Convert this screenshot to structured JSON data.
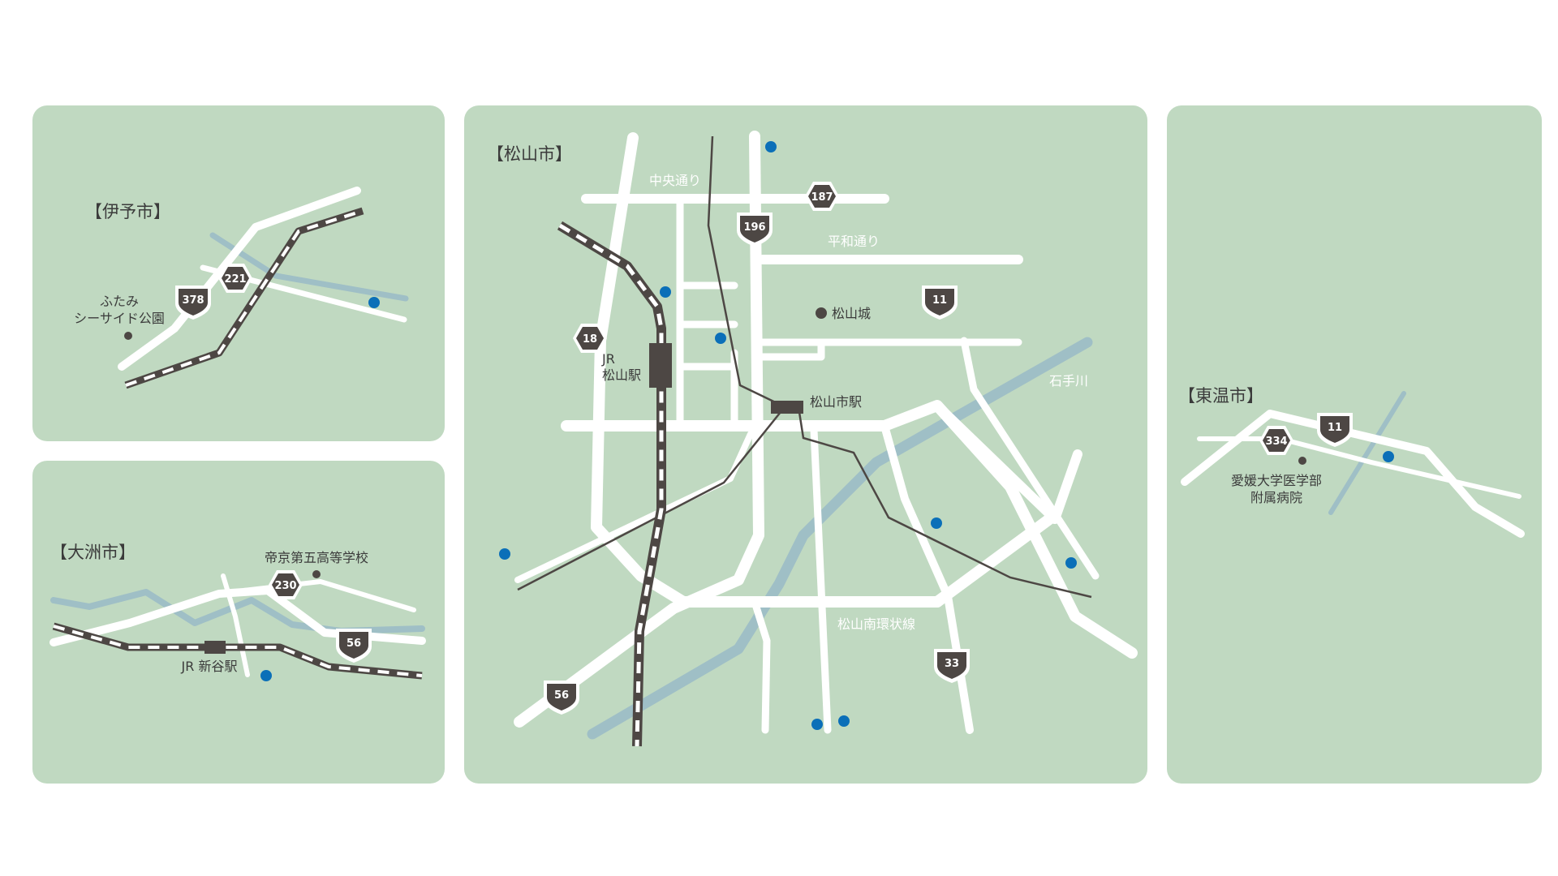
{
  "colors": {
    "panel": "#c0d9c1",
    "road": "#ffffff",
    "river": "#9fbfc6",
    "rail": "#4d4744",
    "marker": "#0b6fb8",
    "text": "#3b3b3b"
  },
  "iyo": {
    "title": "【伊予市】",
    "park_line1": "ふたみ",
    "park_line2": "シーサイド公園",
    "route_378": "378",
    "route_221": "221"
  },
  "ozu": {
    "title": "【大洲市】",
    "school": "帝京第五高等学校",
    "station": "JR 新谷駅",
    "route_230": "230",
    "route_56": "56"
  },
  "matsuyama": {
    "title": "【松山市】",
    "chuo": "中央通り",
    "heiwa": "平和通り",
    "castle": "松山城",
    "jr_line1": "JR",
    "jr_line2": "松山駅",
    "city_station": "松山市駅",
    "ishite": "石手川",
    "ring_road": "松山南環状線",
    "route_187": "187",
    "route_196": "196",
    "route_11": "11",
    "route_18": "18",
    "route_56": "56",
    "route_33": "33"
  },
  "toon": {
    "title": "【東温市】",
    "hospital_line1": "愛媛大学医学部",
    "hospital_line2": "附属病院",
    "route_334": "334",
    "route_11": "11"
  }
}
